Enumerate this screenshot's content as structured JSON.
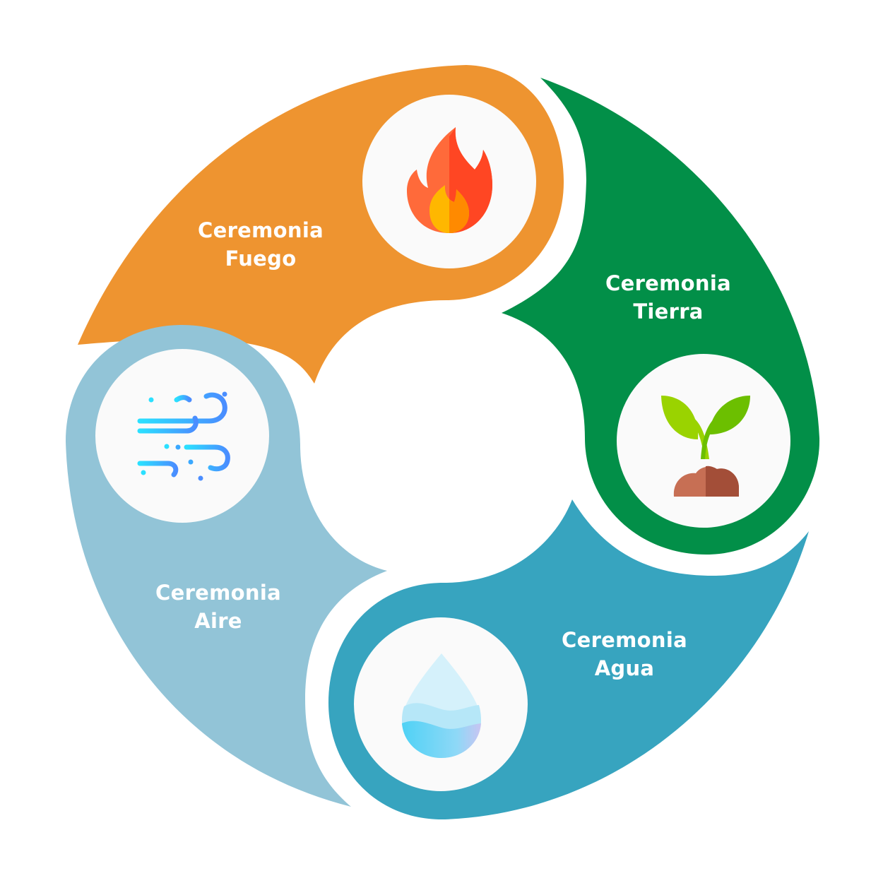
{
  "colors": {
    "fuego": "#ee9430",
    "tierra": "#028f48",
    "agua": "#37a4bf",
    "aire": "#92c4d7",
    "icon_circle": "#fafafa",
    "background": "#ffffff"
  },
  "segments": {
    "fuego": {
      "line1": "Ceremonia",
      "line2": "Fuego",
      "icon": "flame-icon"
    },
    "tierra": {
      "line1": "Ceremonia",
      "line2": "Tierra",
      "icon": "sprout-icon"
    },
    "agua": {
      "line1": "Ceremonia",
      "line2": "Agua",
      "icon": "water-drop-icon"
    },
    "aire": {
      "line1": "Ceremonia",
      "line2": "Aire",
      "icon": "wind-icon"
    }
  }
}
